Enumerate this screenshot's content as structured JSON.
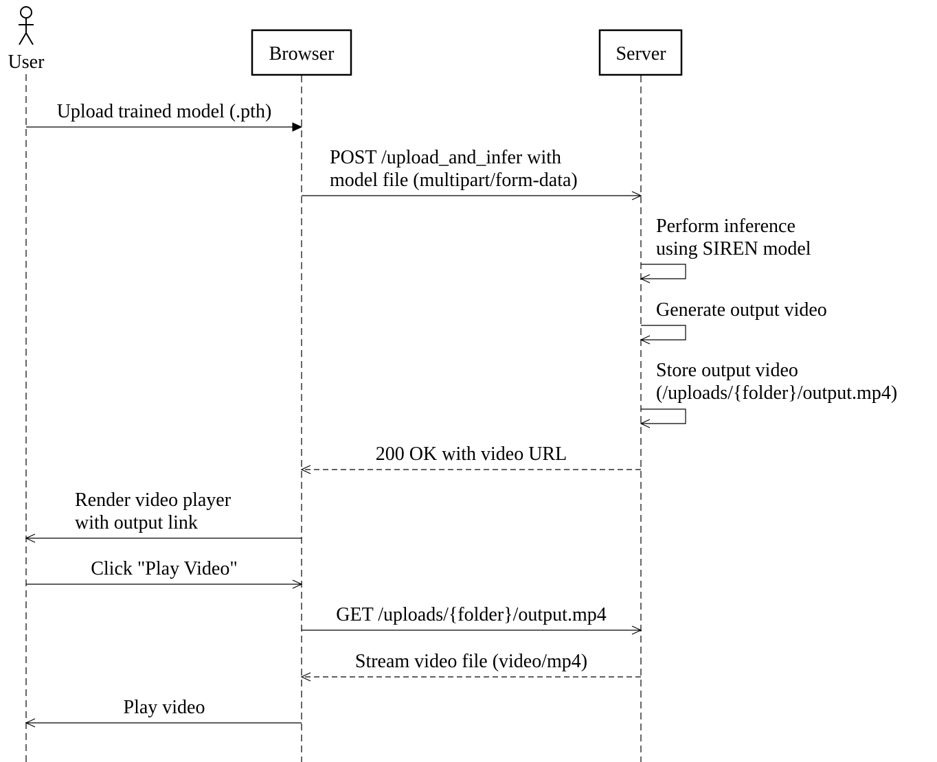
{
  "participants": {
    "user": {
      "label": "User",
      "kind": "actor"
    },
    "browser": {
      "label": "Browser",
      "kind": "box"
    },
    "server": {
      "label": "Server",
      "kind": "box"
    }
  },
  "messages": [
    {
      "id": "m1",
      "from": "user",
      "to": "browser",
      "style": "solid",
      "head": "filled",
      "lines": [
        "Upload trained model (.pth)"
      ]
    },
    {
      "id": "m2",
      "from": "browser",
      "to": "server",
      "style": "solid",
      "head": "open",
      "lines": [
        "POST /upload_and_infer with",
        "model file (multipart/form-data)"
      ]
    },
    {
      "id": "m3",
      "from": "server",
      "to": "server",
      "style": "self",
      "head": "open",
      "lines": [
        "Perform inference",
        "using SIREN model"
      ]
    },
    {
      "id": "m4",
      "from": "server",
      "to": "server",
      "style": "self",
      "head": "open",
      "lines": [
        "Generate output video"
      ]
    },
    {
      "id": "m5",
      "from": "server",
      "to": "server",
      "style": "self",
      "head": "open",
      "lines": [
        "Store output video",
        "(/uploads/{folder}/output.mp4)"
      ]
    },
    {
      "id": "m6",
      "from": "server",
      "to": "browser",
      "style": "dashed",
      "head": "open",
      "lines": [
        "200 OK with video URL"
      ]
    },
    {
      "id": "m7",
      "from": "browser",
      "to": "user",
      "style": "solid",
      "head": "open",
      "lines": [
        "Render video player",
        "with output link"
      ]
    },
    {
      "id": "m8",
      "from": "user",
      "to": "browser",
      "style": "solid",
      "head": "open",
      "lines": [
        "Click \"Play Video\""
      ]
    },
    {
      "id": "m9",
      "from": "browser",
      "to": "server",
      "style": "solid",
      "head": "open",
      "lines": [
        "GET /uploads/{folder}/output.mp4"
      ]
    },
    {
      "id": "m10",
      "from": "server",
      "to": "browser",
      "style": "dashed",
      "head": "open",
      "lines": [
        "Stream video file (video/mp4)"
      ]
    },
    {
      "id": "m11",
      "from": "browser",
      "to": "user",
      "style": "solid",
      "head": "open",
      "lines": [
        "Play video"
      ]
    }
  ]
}
